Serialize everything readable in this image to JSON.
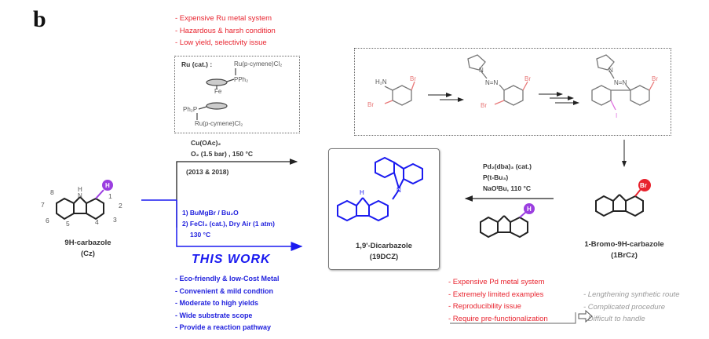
{
  "panel_label": "b",
  "ru_route": {
    "drawbacks": [
      "- Expensive Ru metal system",
      "- Hazardous & harsh condition",
      "- Low yield, selectivity issue"
    ],
    "catalyst_label": "Ru (cat.) :",
    "catalyst_ligand_top": "Ru(p-cymene)Cl₂",
    "catalyst_ligand_bottom": "Ru(p-cymene)Cl₂",
    "pph2_top": "PPh₂",
    "pph2_bottom": "Ph₂P",
    "fe": "Fe",
    "conditions": [
      "Cu(OAc)₂",
      "O₂ (1.5 bar) , 150 °C"
    ],
    "years": "(2013 & 2018)"
  },
  "this_work": {
    "conditions": [
      "1) BuMgBr / Bu₂O",
      "2) FeCl₃ (cat.), Dry Air (1 atm)",
      "130 °C"
    ],
    "title": "THIS WORK",
    "advantages": [
      "- Eco-friendly & low-Cost Metal",
      "- Convenient & mild  condtion",
      "- Moderate to high yields",
      "- Wide substrate scope",
      "- Provide a reaction pathway"
    ]
  },
  "start_material": {
    "name": "9H-carbazole",
    "abbr": "(Cz)",
    "nh": "H",
    "n": "N",
    "h_badge": "H",
    "positions": [
      "1",
      "2",
      "3",
      "4",
      "5",
      "6",
      "7",
      "8"
    ]
  },
  "product": {
    "name": "1,9'-Dicarbazole",
    "abbr": "(19DCZ)",
    "nh": "H",
    "n": "N"
  },
  "pd_route": {
    "conditions": [
      "Pd₂(dba)₃ (cat.)",
      "P(t-Bu₃)",
      "NaOᵗBu, 110 °C"
    ],
    "drawbacks": [
      "- Expensive Pd metal system",
      "- Extremely limited examples",
      "- Reproducibility issue",
      "- Require pre-functionalization"
    ],
    "consequences": [
      "- Lengthening synthetic route",
      "- Complicated procedure",
      "- Difficult to handle"
    ],
    "reagent_h_badge": "H",
    "bromo_name": "1-Bromo-9H-carbazole",
    "bromo_abbr": "(1BrCz)",
    "br_badge": "Br"
  },
  "synthesis_box": {
    "h2n": "H₂N",
    "br": "Br",
    "azo": "N=N",
    "n": "N",
    "iodo": "I"
  },
  "colors": {
    "red": "#e8232e",
    "blue": "#1a1af0",
    "purple": "#9b3ee0",
    "gray": "#9a9a9a",
    "black": "#222222"
  }
}
